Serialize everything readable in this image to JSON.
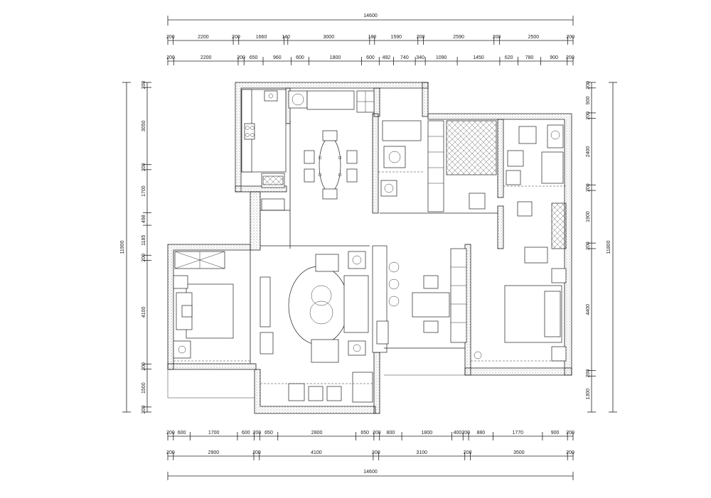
{
  "drawing": {
    "overall_width_top": "14600",
    "overall_width_bottom": "14600",
    "overall_height_left": "11900",
    "overall_height_right": "11800"
  },
  "dims": {
    "top_row1": [
      "200",
      "2200",
      "200",
      "1660",
      "140",
      "3000",
      "180",
      "1590",
      "200",
      "2590",
      "200",
      "2500",
      "200"
    ],
    "top_row2": [
      "200",
      "2200",
      "200",
      "650",
      "960",
      "600",
      "1800",
      "600",
      "492",
      "740",
      "340",
      "1090",
      "1450",
      "620",
      "780",
      "900",
      "200"
    ],
    "bottom_row1": [
      "200",
      "600",
      "1700",
      "600",
      "200",
      "650",
      "2800",
      "650",
      "200",
      "800",
      "1800",
      "400",
      "200",
      "880",
      "1770",
      "900",
      "200"
    ],
    "bottom_row2": [
      "200",
      "2900",
      "200",
      "4100",
      "200",
      "3100",
      "200",
      "3500",
      "200"
    ],
    "left_col": [
      "200",
      "3050",
      "200",
      "1700",
      "498",
      "1185",
      "200",
      "4100",
      "200",
      "1500",
      "200"
    ],
    "right_col": [
      "200",
      "900",
      "200",
      "2400",
      "200",
      "1900",
      "200",
      "4400",
      "200",
      "1300"
    ]
  }
}
